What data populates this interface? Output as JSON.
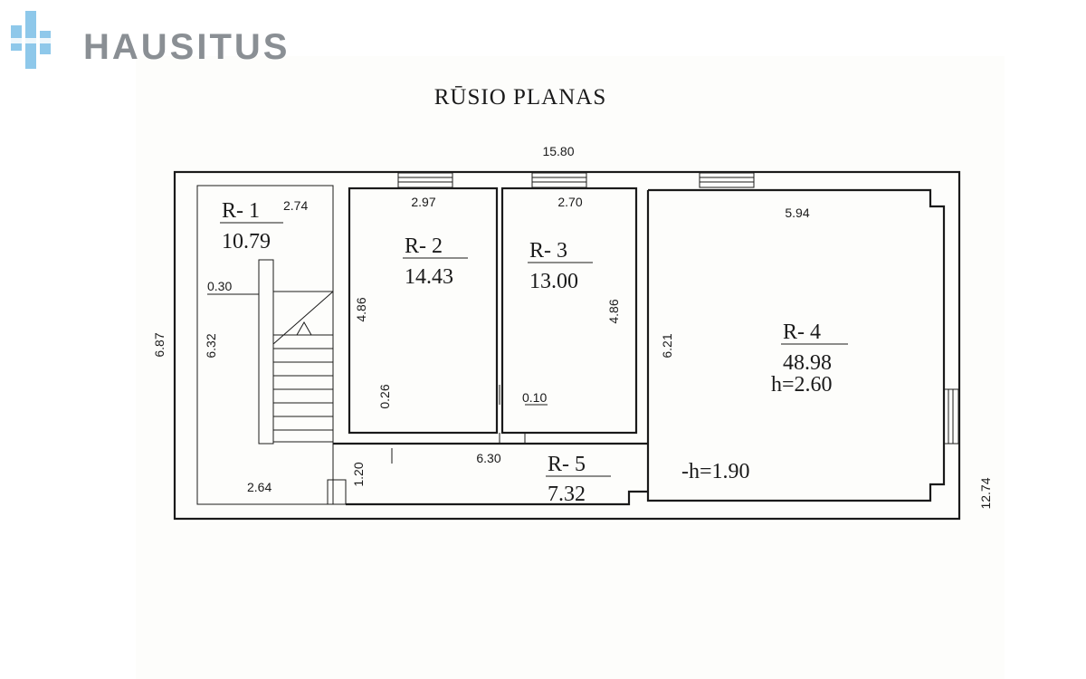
{
  "brand": {
    "name": "HAUSITUS",
    "colors": {
      "accent": "#8ec8ea",
      "text": "#8a8f94"
    }
  },
  "plan": {
    "title": "RŪSIO PLANAS",
    "dimensions": {
      "total_width": "15.80",
      "total_height": "6.87",
      "outer_perimeter_right": "12.74",
      "r1_top": "2.74",
      "r1_left": "6.32",
      "r1_bottom": "2.64",
      "stair_offset": "0.30",
      "r2_top": "2.97",
      "r2_left": "4.86",
      "r2_wall": "0.26",
      "r3_top": "2.70",
      "r3_right": "4.86",
      "r3_gap": "0.10",
      "r4_top": "5.94",
      "r4_left": "6.21",
      "r5_top": "6.30",
      "r5_left": "1.20"
    },
    "rooms": [
      {
        "id": "R- 1",
        "area": "10.79"
      },
      {
        "id": "R- 2",
        "area": "14.43"
      },
      {
        "id": "R- 3",
        "area": "13.00"
      },
      {
        "id": "R- 4",
        "area": "48.98",
        "height": "h=2.60"
      },
      {
        "id": "R- 5",
        "area": "7.32"
      }
    ],
    "note": "-h=1.90"
  }
}
